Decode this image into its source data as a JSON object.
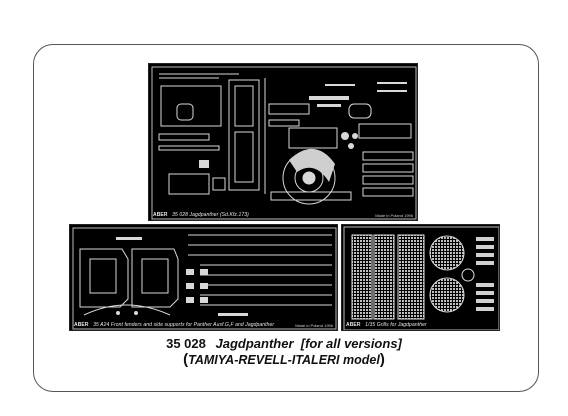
{
  "sheets": {
    "top": {
      "brand": "ABER",
      "code": "35 028",
      "description": "Jagdpanther (Sd.Kfz.173)",
      "note": "Made in Poland 1996"
    },
    "bottom_left": {
      "brand": "ABER",
      "code": "35 A24",
      "description": "Front fenders and side supports for Panther Ausf.G,F and Jagdpanther",
      "note": "Made in Poland 1996"
    },
    "bottom_right": {
      "brand": "ABER",
      "code": "1/35",
      "description": "Grills for Jagdpanther"
    }
  },
  "caption": {
    "number": "35 028",
    "title": "Jagdpanther  [for all versions]",
    "subtitle_open": "(",
    "subtitle": "TAMIYA-REVELL-ITALERI model",
    "subtitle_close": ")"
  }
}
